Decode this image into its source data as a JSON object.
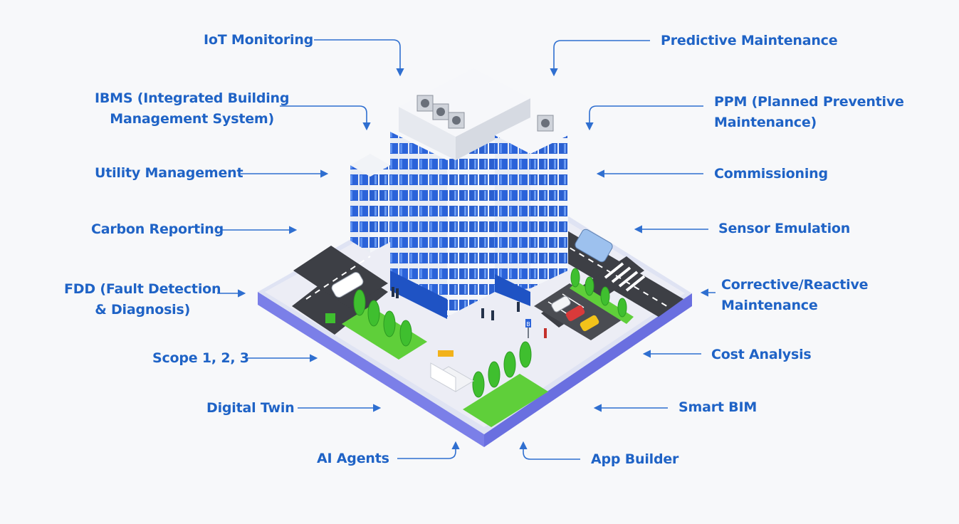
{
  "colors": {
    "label": "#1f63c6",
    "arrow": "#2f6fd0",
    "glass": "#2b63d9",
    "base_edge": "#7b7fe8",
    "tree": "#3fbf2f"
  },
  "left_labels": [
    {
      "id": "iot",
      "lines": [
        "IoT Monitoring"
      ]
    },
    {
      "id": "ibms",
      "lines": [
        "IBMS (Integrated Building",
        "Management System)"
      ]
    },
    {
      "id": "utility",
      "lines": [
        "Utility Management"
      ]
    },
    {
      "id": "carbon",
      "lines": [
        "Carbon Reporting"
      ]
    },
    {
      "id": "fdd",
      "lines": [
        "FDD (Fault Detection",
        "& Diagnosis)"
      ]
    },
    {
      "id": "scope",
      "lines": [
        "Scope 1, 2, 3"
      ]
    },
    {
      "id": "twin",
      "lines": [
        "Digital Twin"
      ]
    },
    {
      "id": "agents",
      "lines": [
        "AI Agents"
      ]
    }
  ],
  "right_labels": [
    {
      "id": "predictive",
      "lines": [
        "Predictive Maintenance"
      ]
    },
    {
      "id": "ppm",
      "lines": [
        "PPM (Planned Preventive",
        "Maintenance)"
      ]
    },
    {
      "id": "commissioning",
      "lines": [
        "Commissioning"
      ]
    },
    {
      "id": "sensor",
      "lines": [
        "Sensor Emulation"
      ]
    },
    {
      "id": "corrective",
      "lines": [
        "Corrective/Reactive",
        "Maintenance"
      ]
    },
    {
      "id": "cost",
      "lines": [
        "Cost Analysis"
      ]
    },
    {
      "id": "bim",
      "lines": [
        "Smart BIM"
      ]
    },
    {
      "id": "appbuilder",
      "lines": [
        "App Builder"
      ]
    }
  ],
  "bus_stop_sign": "B"
}
